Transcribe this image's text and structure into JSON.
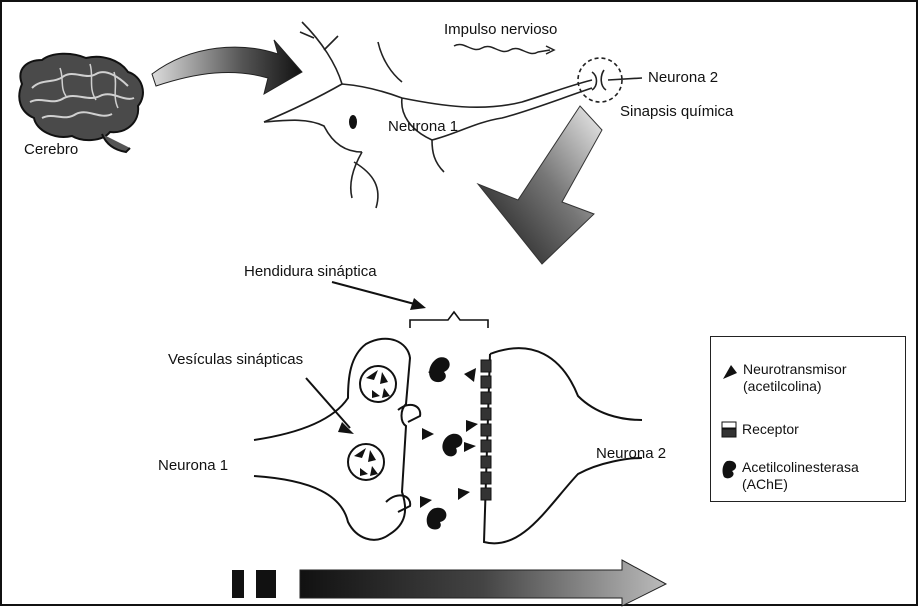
{
  "labels": {
    "brain": "Cerebro",
    "impulse": "Impulso nervioso",
    "neuron1_top": "Neurona 1",
    "neuron2_top": "Neurona 2",
    "synapse": "Sinapsis química",
    "cleft": "Hendidura sináptica",
    "vesicles": "Vesículas sinápticas",
    "neuron1_bottom": "Neurona 1",
    "neuron2_bottom": "Neurona 2"
  },
  "legend": {
    "neurotransmitter_line1": "Neurotransmisor",
    "neurotransmitter_line2": "(acetilcolina)",
    "receptor": "Receptor",
    "ache_line1": "Acetilcolinesterasa",
    "ache_line2": "(AChE)"
  }
}
